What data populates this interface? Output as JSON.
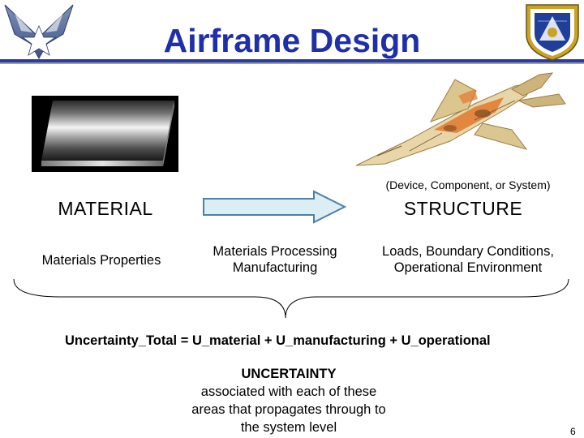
{
  "slide": {
    "title": "Airframe Design",
    "caption": "(Device, Component, or System)",
    "material_label": "MATERIAL",
    "structure_label": "STRUCTURE",
    "col1": "Materials Properties",
    "col2_line1": "Materials Processing",
    "col2_line2": "Manufacturing",
    "col3_line1": "Loads, Boundary Conditions,",
    "col3_line2": "Operational Environment",
    "formula": "Uncertainty_Total  = U_material + U_manufacturing  + U_operational",
    "bottom_line1": "UNCERTAINTY",
    "bottom_line2": "associated with each of these",
    "bottom_line3": "areas that propagates through to",
    "bottom_line4": "the system level",
    "page_number": "6"
  },
  "colors": {
    "title": "#1f2fa8",
    "arrow_fill": "#dbeef3",
    "arrow_stroke": "#4d7fa8"
  },
  "icons": {
    "left_logo": "air-force-wings-logo",
    "right_logo": "afrl-shield-logo",
    "material_image": "metal-plate-image",
    "structure_image": "fighter-jet-cutaway-image"
  }
}
